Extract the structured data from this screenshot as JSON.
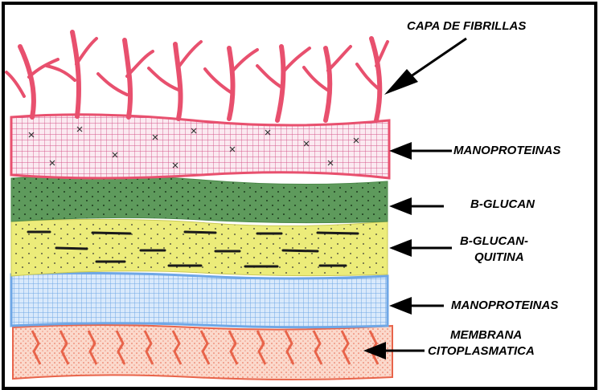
{
  "labels": {
    "fibrillas": "CAPA DE FIBRILLAS",
    "manoproteinas_top": "MANOPROTEINAS",
    "bglucan": "B-GLUCAN",
    "bglucan_quitina_1": "B-GLUCAN-",
    "bglucan_quitina_2": "QUITINA",
    "manoproteinas_bottom": "MANOPROTEINAS",
    "membrana_1": "MEMBRANA",
    "membrana_2": "CITOPLASMATICA"
  },
  "colors": {
    "fibrils": "#e8506e",
    "manoproteinas_top": "#d4578a",
    "bglucan": "#5e9a5c",
    "bglucan_quitina": "#ecec7a",
    "manoproteinas_bottom": "#6fa7e6",
    "membrana": "#e8644a"
  }
}
